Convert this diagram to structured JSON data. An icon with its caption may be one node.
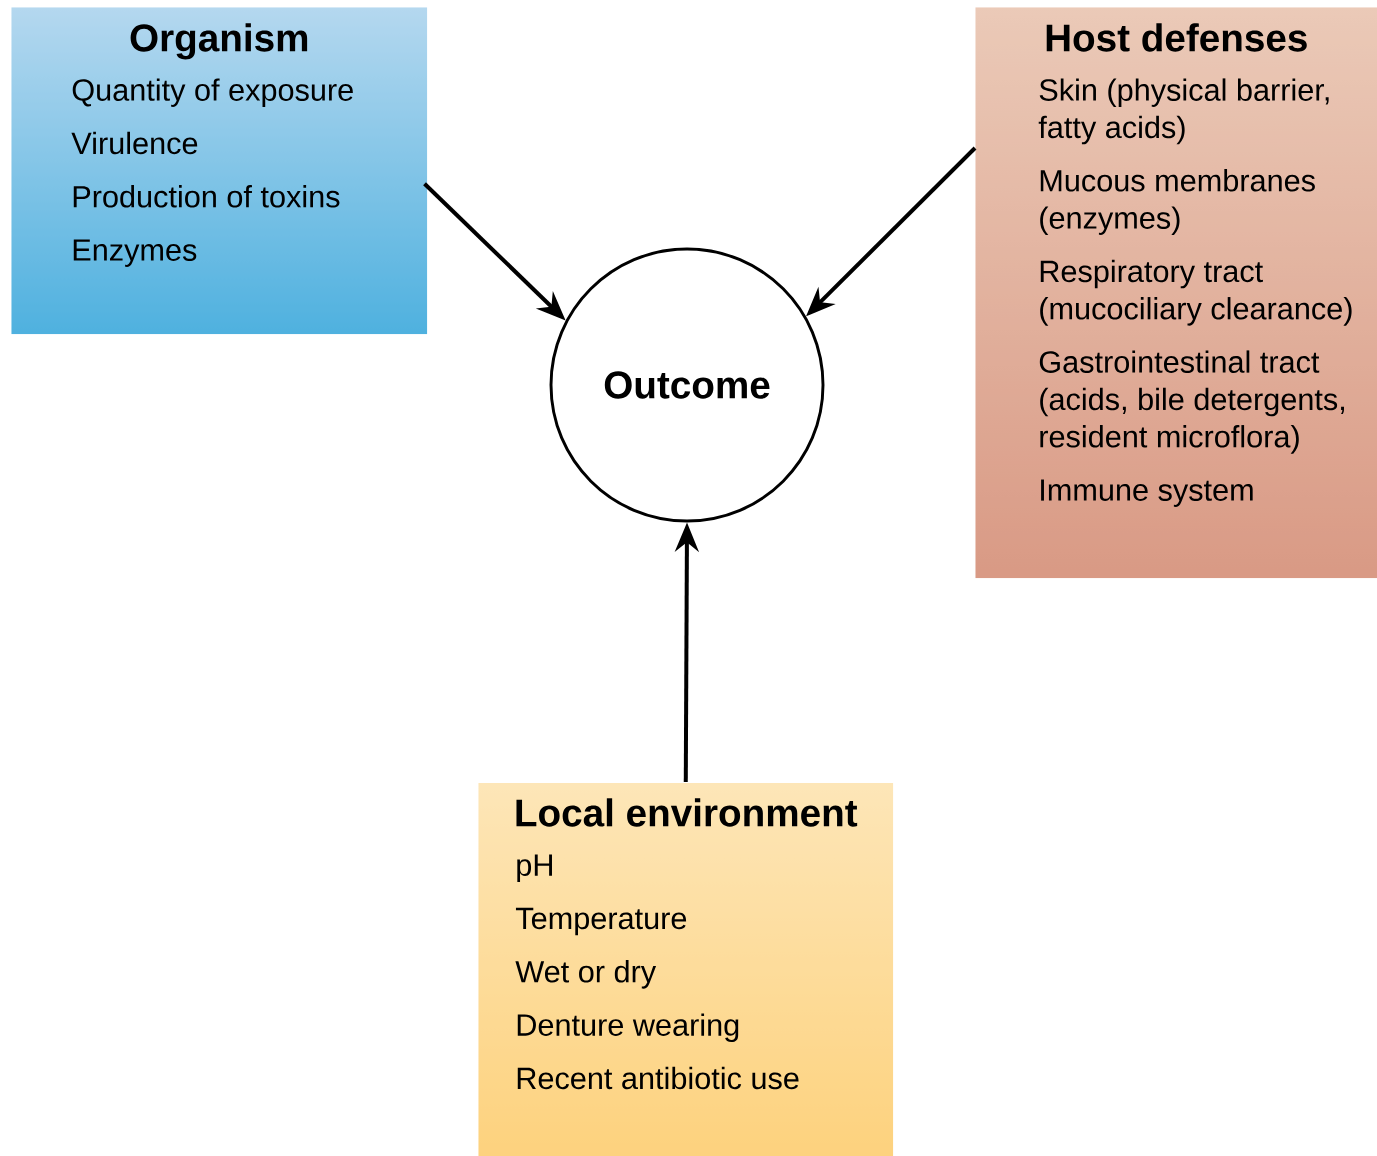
{
  "diagram": {
    "nodes": [
      {
        "text": [
          "Organism",
          "Quantity of exposure",
          "Virulence",
          "Production of toxins",
          "Enzymes"
        ]
      },
      {
        "text": [
          "Host defenses",
          "Skin (physical barrier, fatty acids)",
          "Mucous membranes (enzymes)",
          "Respiratory tract (mucociliary clearance)",
          "Gastrointestinal tract (acids, bile detergents, resident microflora)",
          "Immune system"
        ]
      },
      {
        "text": [
          "Outcome"
        ]
      },
      {
        "text": [
          "Local environment",
          "pH",
          "Temperature",
          "Wet or dry",
          "Denture wearing",
          "Recent antibiotic use"
        ]
      }
    ],
    "edges": [
      {
        "from": 0,
        "to": 2,
        "arrow": "to"
      },
      {
        "from": 1,
        "to": 2,
        "arrow": "to"
      },
      {
        "from": 3,
        "to": 2,
        "arrow": "to"
      }
    ]
  }
}
